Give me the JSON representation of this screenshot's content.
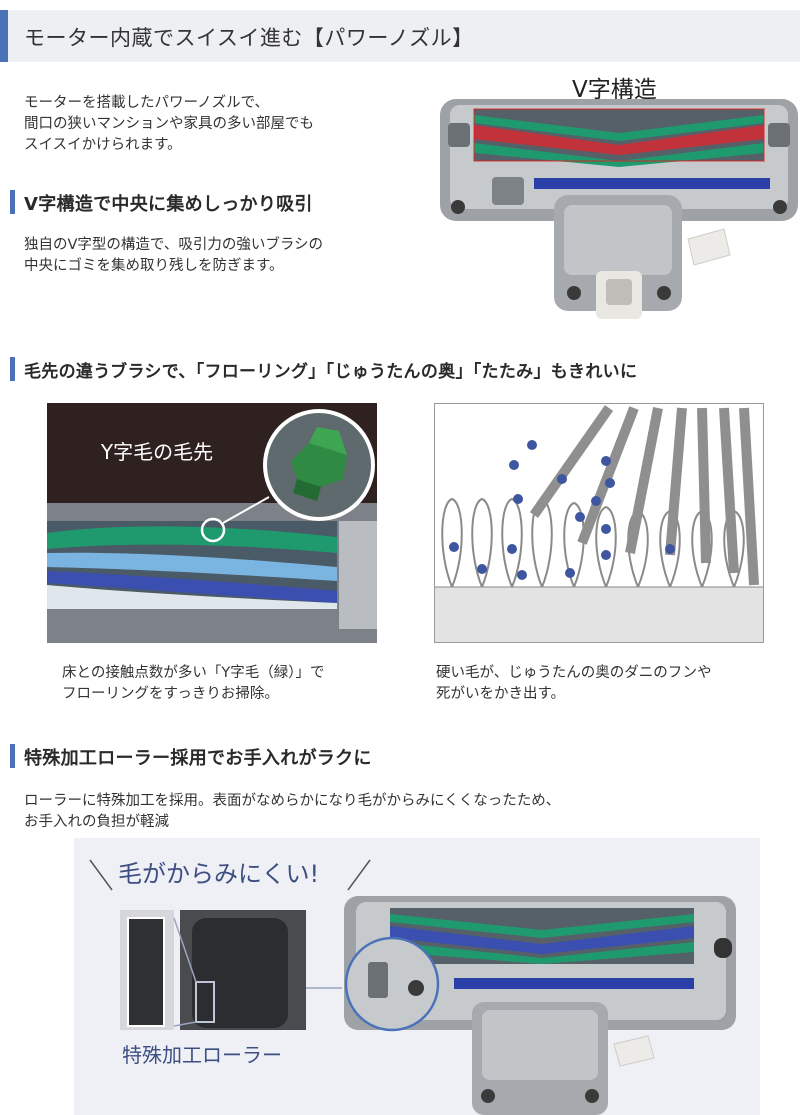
{
  "header": {
    "title": "モーター内蔵でスイスイ進む【パワーノズル】"
  },
  "intro": {
    "lines": [
      "モーターを搭載したパワーノズルで、",
      "間口の狭いマンションや家具の多い部屋でも",
      "スイスイかけられます。"
    ]
  },
  "section_v": {
    "title": "V字構造で中央に集めしっかり吸引",
    "lines": [
      "独自のV字型の構造で、吸引力の強いブラシの",
      "中央にゴミを集め取り残しを防ぎます。"
    ]
  },
  "v_image": {
    "label": "V字構造"
  },
  "section_brush": {
    "title": "毛先の違うブラシで、「フローリング」「じゅうたんの奥」「たたみ」もきれいに",
    "left_label": "Y字毛の毛先",
    "left_caption": [
      "床との接触点数が多い「Y字毛（緑）」で",
      "フローリングをすっきりお掃除。"
    ],
    "right_caption": [
      "硬い毛が、じゅうたんの奥のダニのフンや",
      "死がいをかき出す。"
    ]
  },
  "section_roller": {
    "title": "特殊加工ローラー採用でお手入れがラクに",
    "lines": [
      "ローラーに特殊加工を採用。表面がなめらかになり毛がからみにくくなったため、",
      "お手入れの負担が軽減"
    ],
    "callout": "毛がからみにくい!",
    "roller_label": "特殊加工ローラー"
  },
  "colors": {
    "accent": "#4b72b8",
    "green_brush": "#1f9a6e",
    "red_brush": "#d62a33",
    "blue_brush": "#2b3fa8"
  }
}
